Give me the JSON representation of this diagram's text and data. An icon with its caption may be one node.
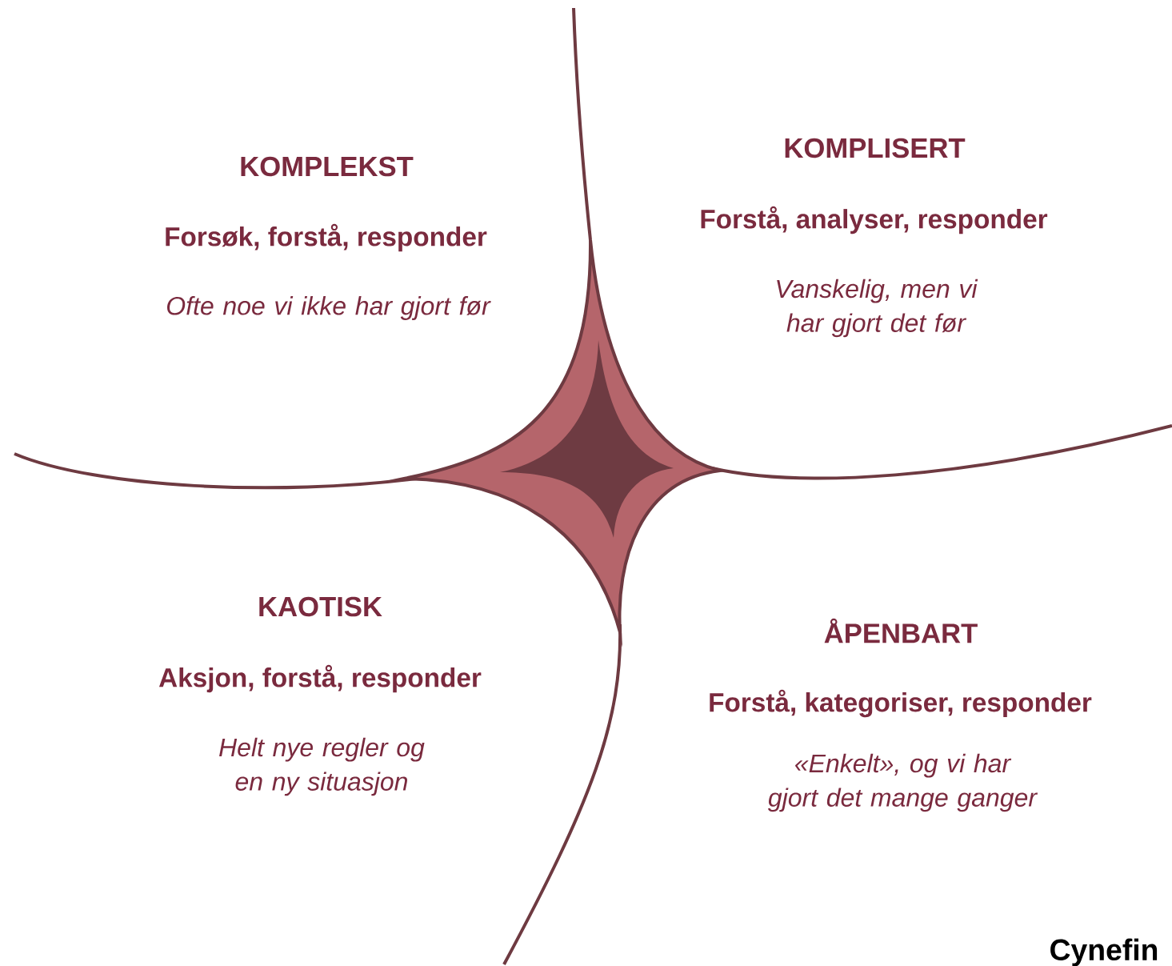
{
  "diagram": {
    "labels": [
      "KOMPLEKST",
      "Forsøk, forstå, responder",
      "Ofte noe vi ikke har gjort før",
      "KOMPLISERT",
      "Forstå, analyser, responder",
      "Vanskelig, men vi har gjort det før",
      "KAOTISK",
      "Aksjon, forstå, responder",
      "Helt nye regler og en ny situasjon",
      "ÅPENBART",
      "Forstå, kategoriser, responder",
      "«Enkelt», og vi har gjort det mange ganger",
      "Cynefin"
    ]
  }
}
